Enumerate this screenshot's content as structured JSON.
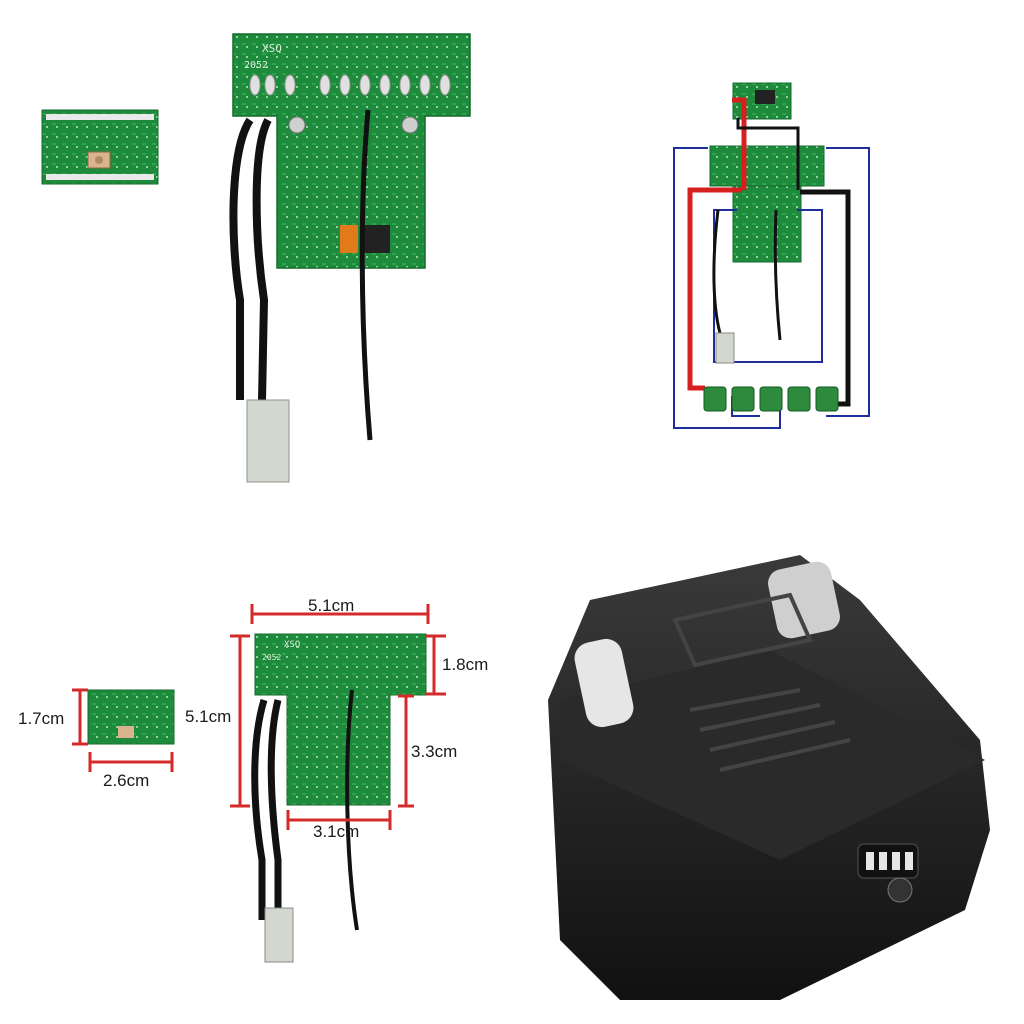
{
  "photo": {
    "panels": [
      {
        "name": "product-photo-boards"
      },
      {
        "name": "wiring-diagram"
      },
      {
        "name": "dimension-photo"
      },
      {
        "name": "battery-pack-photo"
      }
    ]
  },
  "board_silkscreen": {
    "code": "XSQ",
    "batch": "2052"
  },
  "dimensions": {
    "main_width": "5.1cm",
    "main_height": "5.1cm",
    "top_section_height": "1.8cm",
    "lower_section_height": "3.3cm",
    "lower_section_width": "3.1cm",
    "small_height": "1.7cm",
    "small_width": "2.6cm"
  },
  "colors": {
    "pcb": "#1d8a3c",
    "dimension_line": "#d42a2a",
    "wire_red": "#d62020",
    "wire_black": "#111111",
    "wire_blue": "#1f2f9a",
    "battery_body": "#1e1e1e"
  }
}
